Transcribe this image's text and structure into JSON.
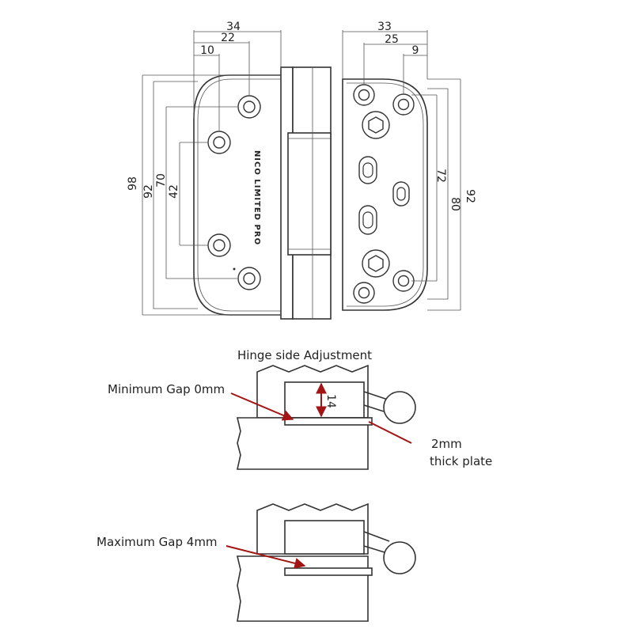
{
  "dimensions": {
    "left_width_outer": "34",
    "left_width_mid": "22",
    "left_width_inner": "10",
    "right_width_outer": "33",
    "right_width_mid": "25",
    "right_width_inner": "9",
    "left_height_98": "98",
    "left_height_92": "92",
    "left_height_70": "70",
    "left_height_42": "42",
    "right_height_72": "72",
    "right_height_80": "80",
    "right_height_92": "92"
  },
  "logo_text": "NICO LIMITED PRO",
  "adjustment": {
    "title": "Hinge side Adjustment",
    "min_gap_label": "Minimum Gap 0mm",
    "max_gap_label": "Maximum Gap 4mm",
    "height_value": "14",
    "plate_label_line1": "2mm",
    "plate_label_line2": "thick plate"
  },
  "colors": {
    "line": "#333333",
    "arrow": "#a31515"
  }
}
